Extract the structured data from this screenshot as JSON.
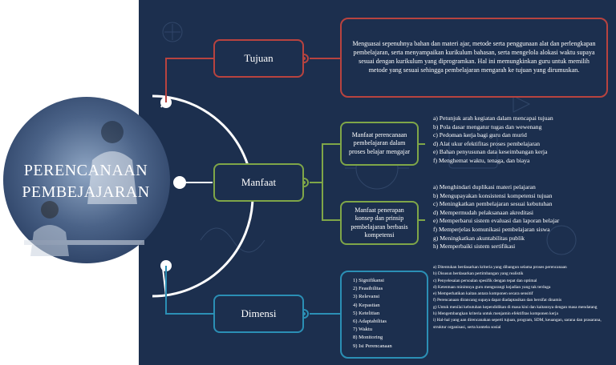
{
  "title": {
    "line1": "PERENCANAAN",
    "line2": "PEMBEJAJARAN"
  },
  "branches": {
    "tujuan": {
      "label": "Tujuan",
      "description": "Menguasai sepenuhnya bahan dan materi ajar, metode serta penggunaan alat dan perlengkapan pembelajaran, serta menyampaikan kurikulum bahasan, serta mengelola alokasi waktu supaya sesuai dengan kurikulum yang diprogramkan. Hal ini memungkinkan guru untuk memilih metode yang sesuai sehingga pembelajaran mengarah ke tujuan yang dirumuskan."
    },
    "manfaat": {
      "label": "Manfaat",
      "sub1": {
        "label": "Manfaat perencanaan pembelajaran dalam proses belajar mengajar",
        "items": [
          "a)   Petunjuk arah kegiatan dalam mencapai tujuan",
          "b)   Pola dasar mengatur tugas dan wewenang",
          "c)   Pedoman kerja bagi guru dan murid",
          "d)   Alat ukur efektifitas proses pembelajaran",
          "e)   Bahan penyusunan data keseimbangan kerja",
          "f)    Menghemat waktu, tenaga, dan biaya"
        ]
      },
      "sub2": {
        "label": "Manfaat penerapan konsep dan prinsip pembelajaran berbasis kompetensi",
        "items": [
          "a)   Menghindari duplikasi materi pelajaran",
          "b)   Mengupayakan konsistensi kompetensi tujuan",
          "c)   Meningkatkan pembelajaran sesuai kebutuhan",
          "d)   Mempermudah pelaksanaan akreditasi",
          "e)   Memperbarui sistem evaluasi dan laporan belajar",
          "f)    Memperjelas komunikasi pembelajaran siswa",
          "g)   Meningkatkan akuntabilitas publik",
          "h)   Memperbaiki sistem sertifikasi"
        ]
      }
    },
    "dimensi": {
      "label": "Dimensi",
      "items": [
        "1) Signifikansi",
        "2) Feasibilitas",
        "3) Relevansi",
        "4) Kepastian",
        "5) Ketelitian",
        "6) Adaptabilitas",
        "7) Waktu",
        "8) Monitoring",
        "9) Isi Perencanaan"
      ],
      "notes": [
        "a)   Ditentukan berdasarkan kriteria yang dibangun selama proses perencanaan",
        "b)   Disusun berdasarkan pertimbangan yang realistik",
        "c)   Penyelesaian persoalan spesifik dengan tepat dan optimal",
        "d)   Ketentuan minimnya guru mengurangi kejadian yang tak terduga",
        "e)   Memperhatikan kaitan antara komponen secara sensitif",
        "f)    Perencanaan dirancang supaya dapat diadaptasikan dan bersifat dinamis",
        "g)   Untuk menilai kebutuhan kependidikan di masa kini dan kaitannya dengan masa mendatang",
        "h)   Mengembangkan kriteria untuk menjamin efektifitas komponen kerja",
        "i)    Hal-hal yang aan direncanakan seperti tujuan, program, SDM, keuangan, sarana dan prasarana, struktur organisasi, serta konteks sosial"
      ]
    }
  },
  "colors": {
    "navy": "#1c2f4e",
    "red": "#b8433f",
    "green": "#7fa648",
    "blue": "#2b8fb5"
  }
}
